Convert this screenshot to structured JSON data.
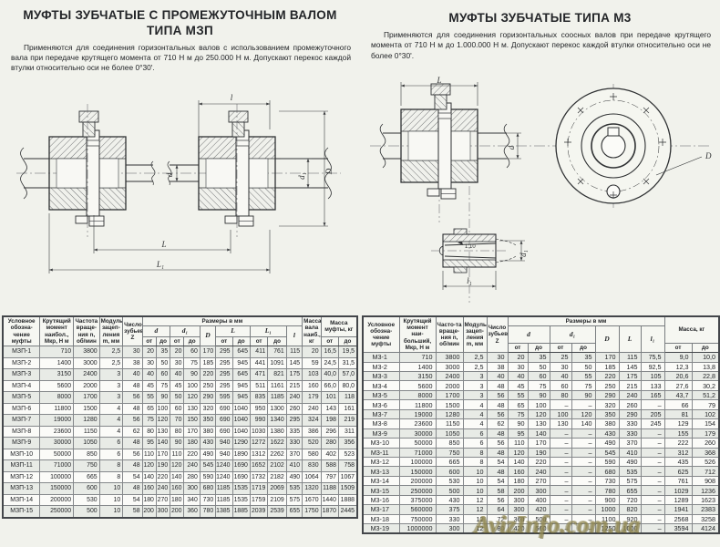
{
  "left_section": {
    "title_line1": "МУФТЫ ЗУБЧАТЫЕ С ПРОМЕЖУТОЧНЫМ ВАЛОМ",
    "title_line2": "ТИПА МЗП",
    "description": "Применяются для соединения горизонтальных валов с использованием промежуточного вала при передаче крутящего момента от 710 Н м до 250.000 Н м. Допускают перекос каждой втулки относительно оси не более 0°30'.",
    "drawing_labels": {
      "l": "l",
      "d": "d",
      "d1": "d₁",
      "D": "D",
      "L": "L",
      "L1": "L₁"
    },
    "table": {
      "headers": {
        "designation": "Условное обозна-чение муфты",
        "torque": "Крутящий момент наибол., Мкр, Н м",
        "speed": "Частота враще-ния n, об/мин",
        "module": "Модуль зацеп-ления m, мм",
        "teeth": "Число зубьев Z",
        "dims_group": "Размеры в мм",
        "d": "d",
        "d1": "d₁",
        "D": "D",
        "L": "L",
        "L1": "L₁",
        "l": "l",
        "shaft_mass": "Масса вала наиб., кг",
        "coupling_mass": "Масса муфты, кг",
        "from": "от",
        "to": "до"
      },
      "rows": [
        [
          "МЗП-1",
          "710",
          "3800",
          "2,5",
          "30",
          "20",
          "35",
          "20",
          "60",
          "170",
          "295",
          "645",
          "411",
          "761",
          "115",
          "20",
          "16,5",
          "19,5"
        ],
        [
          "МЗП-2",
          "1400",
          "3000",
          "2,5",
          "38",
          "30",
          "50",
          "30",
          "75",
          "185",
          "295",
          "945",
          "441",
          "1091",
          "145",
          "59",
          "24,5",
          "31,5"
        ],
        [
          "МЗП-3",
          "3150",
          "2400",
          "3",
          "40",
          "40",
          "60",
          "40",
          "90",
          "220",
          "295",
          "645",
          "471",
          "821",
          "175",
          "103",
          "40,0",
          "57,0"
        ],
        [
          "МЗП-4",
          "5600",
          "2000",
          "3",
          "48",
          "45",
          "75",
          "45",
          "100",
          "250",
          "295",
          "945",
          "511",
          "1161",
          "215",
          "160",
          "66,0",
          "80,0"
        ],
        [
          "МЗП-5",
          "8000",
          "1700",
          "3",
          "56",
          "55",
          "90",
          "50",
          "120",
          "290",
          "595",
          "945",
          "835",
          "1185",
          "240",
          "179",
          "101",
          "118"
        ],
        [
          "МЗП-6",
          "11800",
          "1500",
          "4",
          "48",
          "65",
          "100",
          "60",
          "130",
          "320",
          "690",
          "1040",
          "950",
          "1300",
          "260",
          "240",
          "143",
          "161"
        ],
        [
          "МЗП-7",
          "19000",
          "1280",
          "4",
          "56",
          "75",
          "120",
          "70",
          "150",
          "350",
          "690",
          "1040",
          "990",
          "1340",
          "295",
          "324",
          "198",
          "219"
        ],
        [
          "МЗП-8",
          "23600",
          "1150",
          "4",
          "62",
          "80",
          "130",
          "80",
          "170",
          "380",
          "690",
          "1040",
          "1030",
          "1380",
          "335",
          "386",
          "296",
          "311"
        ],
        [
          "МЗП-9",
          "30000",
          "1050",
          "6",
          "48",
          "95",
          "140",
          "90",
          "180",
          "430",
          "940",
          "1290",
          "1272",
          "1622",
          "330",
          "520",
          "280",
          "356"
        ],
        [
          "МЗП-10",
          "50000",
          "850",
          "6",
          "56",
          "110",
          "170",
          "110",
          "220",
          "490",
          "940",
          "1890",
          "1312",
          "2262",
          "370",
          "580",
          "402",
          "523"
        ],
        [
          "МЗП-11",
          "71000",
          "750",
          "8",
          "48",
          "120",
          "190",
          "120",
          "240",
          "545",
          "1240",
          "1690",
          "1652",
          "2102",
          "410",
          "830",
          "588",
          "758"
        ],
        [
          "МЗП-12",
          "100000",
          "665",
          "8",
          "54",
          "140",
          "220",
          "140",
          "280",
          "590",
          "1240",
          "1690",
          "1732",
          "2182",
          "490",
          "1064",
          "797",
          "1067"
        ],
        [
          "МЗП-13",
          "150000",
          "600",
          "10",
          "48",
          "160",
          "240",
          "160",
          "300",
          "680",
          "1185",
          "1535",
          "1719",
          "2069",
          "535",
          "1320",
          "1188",
          "1509"
        ],
        [
          "МЗП-14",
          "200000",
          "530",
          "10",
          "54",
          "180",
          "270",
          "180",
          "340",
          "730",
          "1185",
          "1535",
          "1759",
          "2109",
          "575",
          "1670",
          "1440",
          "1888"
        ],
        [
          "МЗП-15",
          "250000",
          "500",
          "10",
          "58",
          "200",
          "300",
          "200",
          "360",
          "780",
          "1385",
          "1885",
          "2039",
          "2539",
          "655",
          "1750",
          "1870",
          "2445"
        ]
      ]
    }
  },
  "right_section": {
    "title": "МУФТЫ ЗУБЧАТЫЕ ТИПА М3",
    "description": "Применяются для соединения горизонтальных соосных валов при передаче крутящего момента от 710 Н м  до 1.000.000 Н м. Допускают перекос каждой втулки относительно оси не более 0°30'.",
    "drawing_labels": {
      "L": "L",
      "d": "d",
      "D": "D",
      "d1": "d₁",
      "l1": "l₁",
      "taper": "1:10"
    },
    "table": {
      "headers": {
        "designation": "Условное обозна-чение муфты",
        "torque": "Крутящий момент наи-больший, Мкр, Н м",
        "speed": "Часто-та враще-ния n, об/мин",
        "module": "Модуль зацеп-ления m, мм",
        "teeth": "Число зубьев Z",
        "dims_group": "Размеры в мм",
        "d": "d",
        "d1": "d₁",
        "D": "D",
        "L": "L",
        "l1": "l₁",
        "mass": "Масса, кг",
        "from": "от",
        "to": "до"
      },
      "rows": [
        [
          "М3-1",
          "710",
          "3800",
          "2,5",
          "30",
          "20",
          "35",
          "25",
          "35",
          "170",
          "115",
          "75,5",
          "9,0",
          "10,0"
        ],
        [
          "М3-2",
          "1400",
          "3000",
          "2,5",
          "38",
          "30",
          "50",
          "30",
          "50",
          "185",
          "145",
          "92,5",
          "12,3",
          "13,8"
        ],
        [
          "М3-3",
          "3150",
          "2400",
          "3",
          "40",
          "40",
          "60",
          "40",
          "55",
          "220",
          "175",
          "105",
          "20,6",
          "22,8"
        ],
        [
          "М3-4",
          "5600",
          "2000",
          "3",
          "48",
          "45",
          "75",
          "60",
          "75",
          "250",
          "215",
          "133",
          "27,6",
          "30,2"
        ],
        [
          "М3-5",
          "8000",
          "1700",
          "3",
          "56",
          "55",
          "90",
          "80",
          "90",
          "290",
          "240",
          "165",
          "43,7",
          "51,2"
        ],
        [
          "М3-6",
          "11800",
          "1500",
          "4",
          "48",
          "65",
          "100",
          "–",
          "–",
          "320",
          "260",
          "–",
          "66",
          "79"
        ],
        [
          "М3-7",
          "19000",
          "1280",
          "4",
          "56",
          "75",
          "120",
          "100",
          "120",
          "350",
          "290",
          "205",
          "81",
          "102"
        ],
        [
          "М3-8",
          "23600",
          "1150",
          "4",
          "62",
          "90",
          "130",
          "130",
          "140",
          "380",
          "330",
          "245",
          "129",
          "154"
        ],
        [
          "М3-9",
          "30000",
          "1050",
          "6",
          "48",
          "95",
          "140",
          "–",
          "–",
          "430",
          "330",
          "–",
          "155",
          "179"
        ],
        [
          "М3-10",
          "50000",
          "850",
          "6",
          "56",
          "110",
          "170",
          "–",
          "–",
          "490",
          "370",
          "–",
          "222",
          "260"
        ],
        [
          "М3-11",
          "71000",
          "750",
          "8",
          "48",
          "120",
          "190",
          "–",
          "–",
          "545",
          "410",
          "–",
          "312",
          "368"
        ],
        [
          "М3-12",
          "100000",
          "665",
          "8",
          "54",
          "140",
          "220",
          "–",
          "–",
          "590",
          "490",
          "–",
          "435",
          "526"
        ],
        [
          "М3-13",
          "150000",
          "600",
          "10",
          "48",
          "160",
          "240",
          "–",
          "–",
          "680",
          "535",
          "–",
          "625",
          "712"
        ],
        [
          "М3-14",
          "200000",
          "530",
          "10",
          "54",
          "180",
          "270",
          "–",
          "–",
          "730",
          "575",
          "–",
          "761",
          "908"
        ],
        [
          "М3-15",
          "250000",
          "500",
          "10",
          "58",
          "200",
          "300",
          "–",
          "–",
          "780",
          "655",
          "–",
          "1029",
          "1236"
        ],
        [
          "М3-16",
          "375000",
          "430",
          "12",
          "56",
          "300",
          "400",
          "–",
          "–",
          "900",
          "720",
          "–",
          "1289",
          "1623"
        ],
        [
          "М3-17",
          "560000",
          "375",
          "12",
          "64",
          "300",
          "420",
          "–",
          "–",
          "1000",
          "820",
          "–",
          "1941",
          "2383"
        ],
        [
          "М3-18",
          "750000",
          "330",
          "12",
          "72",
          "360",
          "500",
          "–",
          "–",
          "1100",
          "920",
          "–",
          "2568",
          "3258"
        ],
        [
          "М3-19",
          "1000000",
          "300",
          "12",
          "80",
          "420",
          "560",
          "–",
          "–",
          "1250",
          "1000",
          "–",
          "3594",
          "4124"
        ]
      ]
    }
  },
  "watermark": "AvizInfo.com.ua",
  "colors": {
    "page_bg": "#f1f2ec",
    "row_tint": "#e8ebe6",
    "watermark": "#9e9460",
    "line": "#43464a"
  }
}
